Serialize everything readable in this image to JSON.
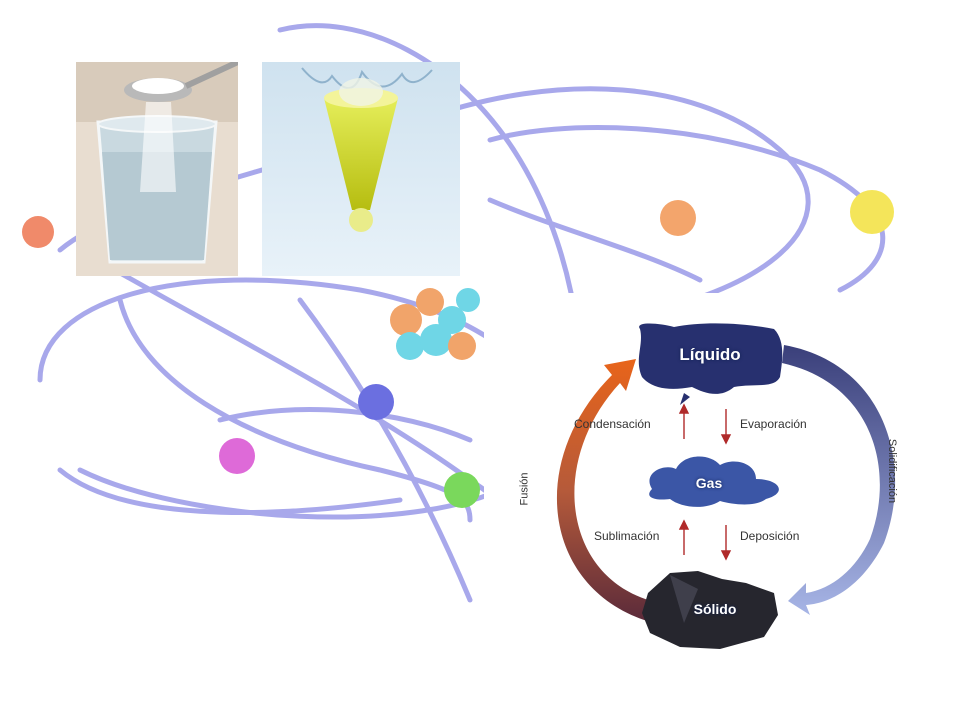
{
  "diagram": {
    "states": {
      "liquid": "Líquido",
      "gas": "Gas",
      "solid": "Sólido"
    },
    "transitions": {
      "condensation": "Condensación",
      "evaporation": "Evaporación",
      "sublimation": "Sublimación",
      "deposition": "Deposición",
      "fusion": "Fusión",
      "solidification": "Solidificación"
    }
  },
  "photos": [
    {
      "name": "sugar-dissolving-glass"
    },
    {
      "name": "yellow-liquid-funnel-drop"
    }
  ],
  "colors": {
    "orbit": "#8c8ce6",
    "liquid_blob": "#2a2f7a",
    "gas_cloud": "#3d5aa8",
    "solid_rock": "#2b2b33",
    "fusion_arrow_start": "#e0601a",
    "solidification_arrow": "#7f8fcf",
    "small_arrow": "#b02a2a"
  }
}
